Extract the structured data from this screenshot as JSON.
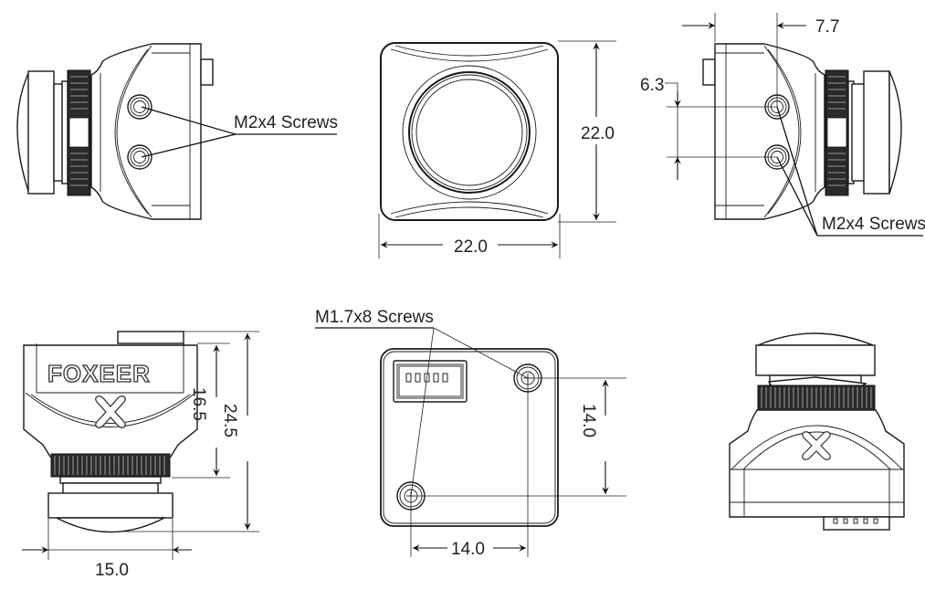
{
  "diagram": {
    "title": "Foxeer micro FPV camera dimension drawing",
    "brand_logo": "FOXEER",
    "units": "mm",
    "views": {
      "left_side": {
        "callout": "M2x4 Screws"
      },
      "front": {
        "width_dim": "22.0",
        "height_dim": "22.0"
      },
      "right_side": {
        "offset_dim": "7.7",
        "screw_spacing_dim": "6.3",
        "callout": "M2x4 Screws"
      },
      "top": {
        "body_height_dim": "16.5",
        "total_height_dim": "24.5",
        "lens_width_dim": "15.0"
      },
      "rear": {
        "callout": "M1.7x8 Screws",
        "vertical_spacing_dim": "14.0",
        "horizontal_spacing_dim": "14.0",
        "connector_pins": 5
      },
      "bottom_perspective": {}
    }
  }
}
